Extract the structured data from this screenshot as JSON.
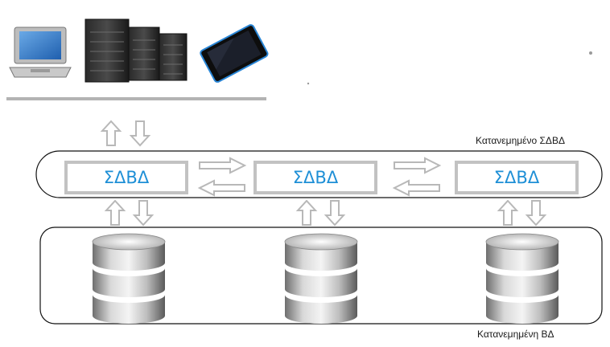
{
  "labels": {
    "distributed_dbms": "Κατανεμημένο ΣΔΒΔ",
    "distributed_db": "Κατανεμημένη ΒΔ"
  },
  "dbms_nodes": [
    {
      "label": "ΣΔΒΔ"
    },
    {
      "label": "ΣΔΒΔ"
    },
    {
      "label": "ΣΔΒΔ"
    }
  ],
  "devices": [
    "laptop-icon",
    "server-rack-icon",
    "tablet-icon"
  ],
  "database_icons": [
    "database-icon",
    "database-icon",
    "database-icon"
  ],
  "colors": {
    "node_text": "#1e8fd6",
    "box_border": "#c2c2c2",
    "arrow": "#b8b8b8",
    "outline": "#111111"
  }
}
